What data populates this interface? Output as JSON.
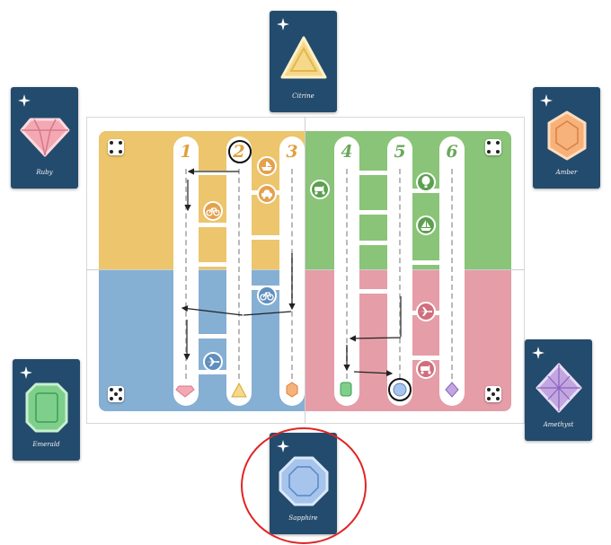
{
  "board": {
    "column_numbers": [
      "1",
      "2",
      "3",
      "4",
      "5",
      "6"
    ],
    "quadrant_colors": {
      "yellow": "#ecc56c",
      "green": "#89c478",
      "blue": "#86afd4",
      "pink": "#e59da7"
    },
    "dice": [
      {
        "quadrant": "yellow",
        "face": 4
      },
      {
        "quadrant": "green",
        "face": 4
      },
      {
        "quadrant": "blue",
        "face": 5
      },
      {
        "quadrant": "pink",
        "face": 5
      }
    ],
    "vehicles": [
      "boat-icon",
      "car-icon",
      "bicycle-icon",
      "scooter-icon",
      "balloon-icon",
      "sailboat-icon",
      "bicycle-icon",
      "plane-icon",
      "plane-icon",
      "scooter-icon"
    ],
    "bottom_gems": [
      "ruby",
      "citrine",
      "amber",
      "emerald",
      "sapphire",
      "amethyst"
    ],
    "selected_column": "2",
    "selected_gem": "sapphire"
  },
  "cards": [
    {
      "id": "citrine",
      "label": "Citrine",
      "color": "#f5d88a"
    },
    {
      "id": "ruby",
      "label": "Ruby",
      "color": "#f2a9b4"
    },
    {
      "id": "amber",
      "label": "Amber",
      "color": "#f6b27a"
    },
    {
      "id": "emerald",
      "label": "Emerald",
      "color": "#7fcf8c"
    },
    {
      "id": "amethyst",
      "label": "Amethyst",
      "color": "#c2a6e0"
    },
    {
      "id": "sapphire",
      "label": "Sapphire",
      "color": "#a6c4ec"
    }
  ],
  "highlighted_card": "sapphire"
}
